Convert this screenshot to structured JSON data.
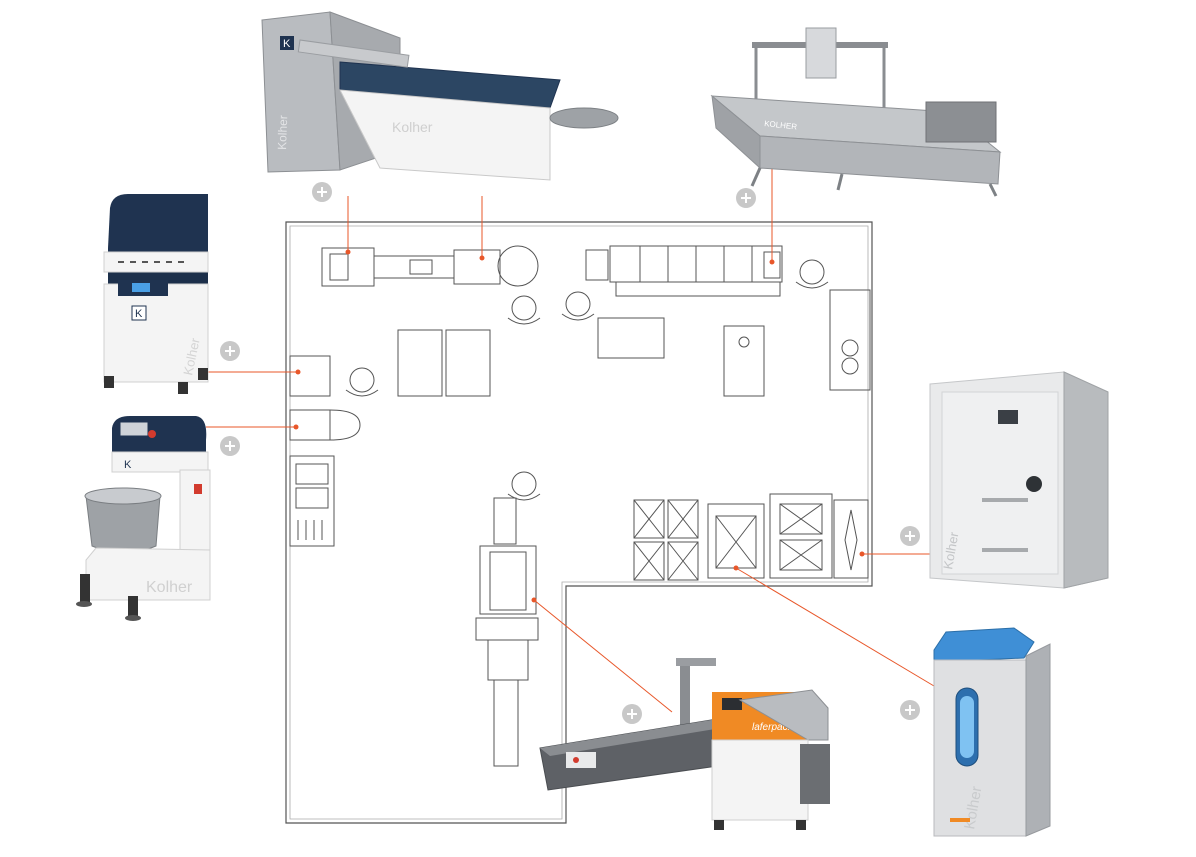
{
  "colors": {
    "accent": "#e8572a",
    "plan_line": "#4a4a4a",
    "plus_button": "#c8c8c8",
    "machine_steel": "#b9bcc0",
    "machine_navy": "#1f3350",
    "machine_white": "#f4f4f4",
    "packer_orange": "#f08a24",
    "freezer_blue": "#3f8fd6"
  },
  "equipment": [
    {
      "id": "dough-moulder",
      "brand": "Kolher",
      "badge": "K",
      "icon": "plus-icon"
    },
    {
      "id": "tunnel-oven",
      "brand": "KOLHER",
      "icon": "plus-icon"
    },
    {
      "id": "dough-divider",
      "brand": "Kolher",
      "badge": "K",
      "icon": "plus-icon"
    },
    {
      "id": "spiral-mixer",
      "brand": "Kolher",
      "badge": "K",
      "icon": "plus-icon"
    },
    {
      "id": "blast-freezer-cabinet",
      "brand": "Kolher",
      "icon": "plus-icon"
    },
    {
      "id": "flow-wrapper",
      "brand": "laferpack",
      "icon": "plus-icon"
    },
    {
      "id": "proofer-cabinet",
      "brand": "Kolher",
      "icon": "plus-icon"
    }
  ]
}
